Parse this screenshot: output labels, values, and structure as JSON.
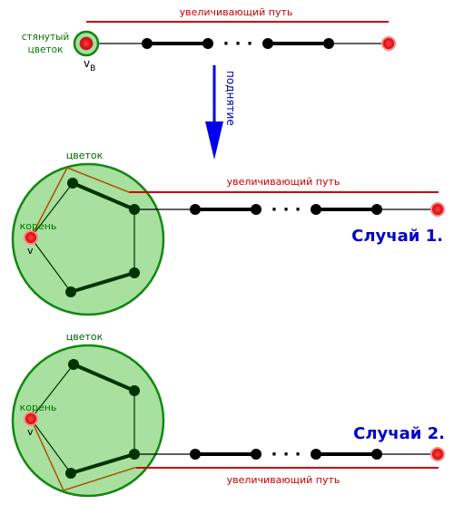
{
  "top": {
    "path_label": "увеличивающий путь",
    "flower_label_line1": "стянутый",
    "flower_label_line2": "цветок",
    "vertex_label": "v",
    "vertex_subscript": "B"
  },
  "arrow": {
    "label": "поднятие"
  },
  "case1": {
    "blossom_label": "цветок",
    "root_label": "корень",
    "vertex_label": "v",
    "path_label": "увеличивающий путь",
    "title": "Случай 1."
  },
  "case2": {
    "blossom_label": "цветок",
    "root_label": "корень",
    "vertex_label": "v",
    "path_label": "увеличивающий путь",
    "title": "Случай 2."
  },
  "dots": "· · ·",
  "colors": {
    "path_red": "#cc0000",
    "blossom_fill": "#a8e0a0",
    "blossom_stroke": "#118811",
    "node_dark": "#003300",
    "root_red": "#dd2222",
    "case_blue": "#0000cc",
    "arrow_blue": "#0000ee",
    "label_green": "#007700",
    "orange_path": "#aa5500"
  }
}
